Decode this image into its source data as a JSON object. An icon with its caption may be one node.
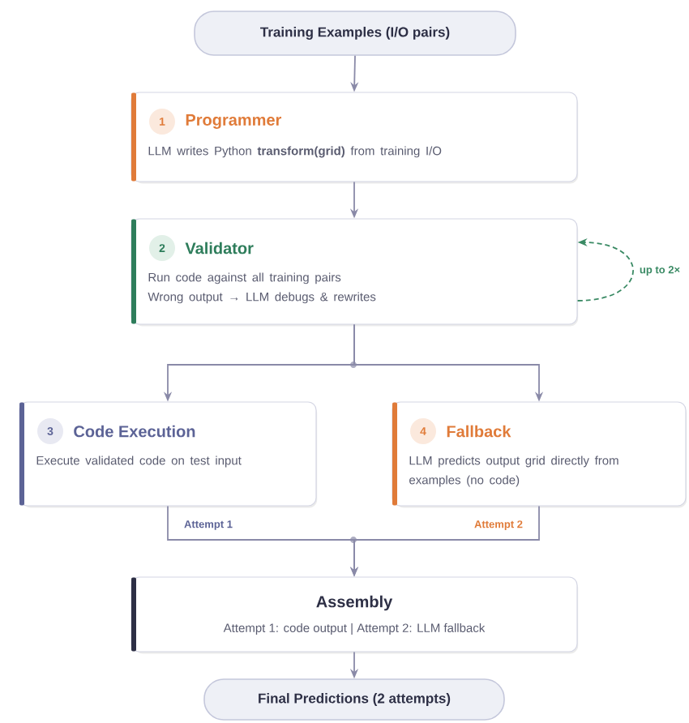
{
  "diagram": {
    "nodes": [
      {
        "text": [
          "Training Examples (I/O pairs)"
        ]
      },
      {
        "text": [
          "1",
          "Programmer",
          "LLM writes Python **transform(grid)** from training I/O"
        ]
      },
      {
        "text": [
          "2",
          "Validator",
          "Run code against all training pairs",
          "Wrong output → LLM debugs & rewrites"
        ]
      },
      {
        "text": [
          "3",
          "Code Execution",
          "Execute validated code on test input"
        ]
      },
      {
        "text": [
          "4",
          "Fallback",
          "LLM predicts output grid directly from examples (no code)"
        ]
      },
      {
        "text": [
          "Assembly",
          "Attempt 1: code output | Attempt 2: LLM fallback"
        ]
      },
      {
        "text": [
          "Final Predictions (2 attempts)"
        ]
      }
    ],
    "edges": [
      {
        "from": 0,
        "to": 1,
        "arrow": "to"
      },
      {
        "from": 1,
        "to": 2,
        "arrow": "to"
      },
      {
        "from": 2,
        "to": 2,
        "arrow": "to",
        "label": "up to 2×",
        "style": "dashed",
        "color": "#3a8a64"
      },
      {
        "from": 2,
        "to": 3,
        "arrow": "to"
      },
      {
        "from": 2,
        "to": 4,
        "arrow": "to"
      },
      {
        "from": 3,
        "to": 5,
        "arrow": "to",
        "label": "Attempt 1"
      },
      {
        "from": 4,
        "to": 5,
        "arrow": "to",
        "label": "Attempt 2"
      },
      {
        "from": 5,
        "to": 6,
        "arrow": "to"
      }
    ]
  }
}
